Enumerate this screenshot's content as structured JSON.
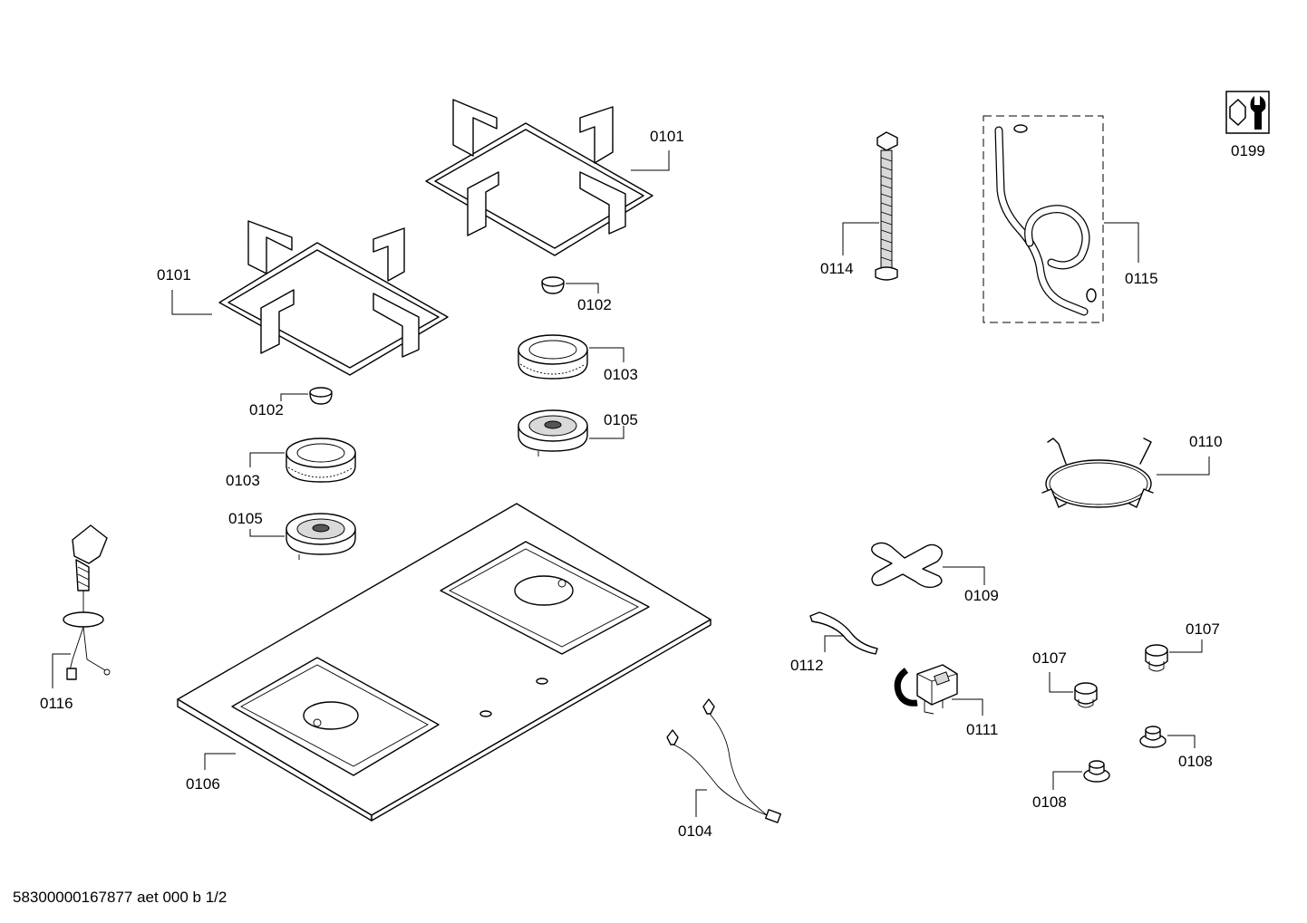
{
  "footer": "58300000167877 aet 000 b 1/2",
  "callouts": [
    {
      "id": "0101a",
      "label": "0101"
    },
    {
      "id": "0101b",
      "label": "0101"
    },
    {
      "id": "0102a",
      "label": "0102"
    },
    {
      "id": "0102b",
      "label": "0102"
    },
    {
      "id": "0103a",
      "label": "0103"
    },
    {
      "id": "0103b",
      "label": "0103"
    },
    {
      "id": "0104",
      "label": "0104"
    },
    {
      "id": "0105a",
      "label": "0105"
    },
    {
      "id": "0105b",
      "label": "0105"
    },
    {
      "id": "0106",
      "label": "0106"
    },
    {
      "id": "0107a",
      "label": "0107"
    },
    {
      "id": "0107b",
      "label": "0107"
    },
    {
      "id": "0108a",
      "label": "0108"
    },
    {
      "id": "0108b",
      "label": "0108"
    },
    {
      "id": "0109",
      "label": "0109"
    },
    {
      "id": "0110",
      "label": "0110"
    },
    {
      "id": "0111",
      "label": "0111"
    },
    {
      "id": "0112",
      "label": "0112"
    },
    {
      "id": "0114",
      "label": "0114"
    },
    {
      "id": "0115",
      "label": "0115"
    },
    {
      "id": "0116",
      "label": "0116"
    },
    {
      "id": "0199",
      "label": "0199"
    }
  ]
}
